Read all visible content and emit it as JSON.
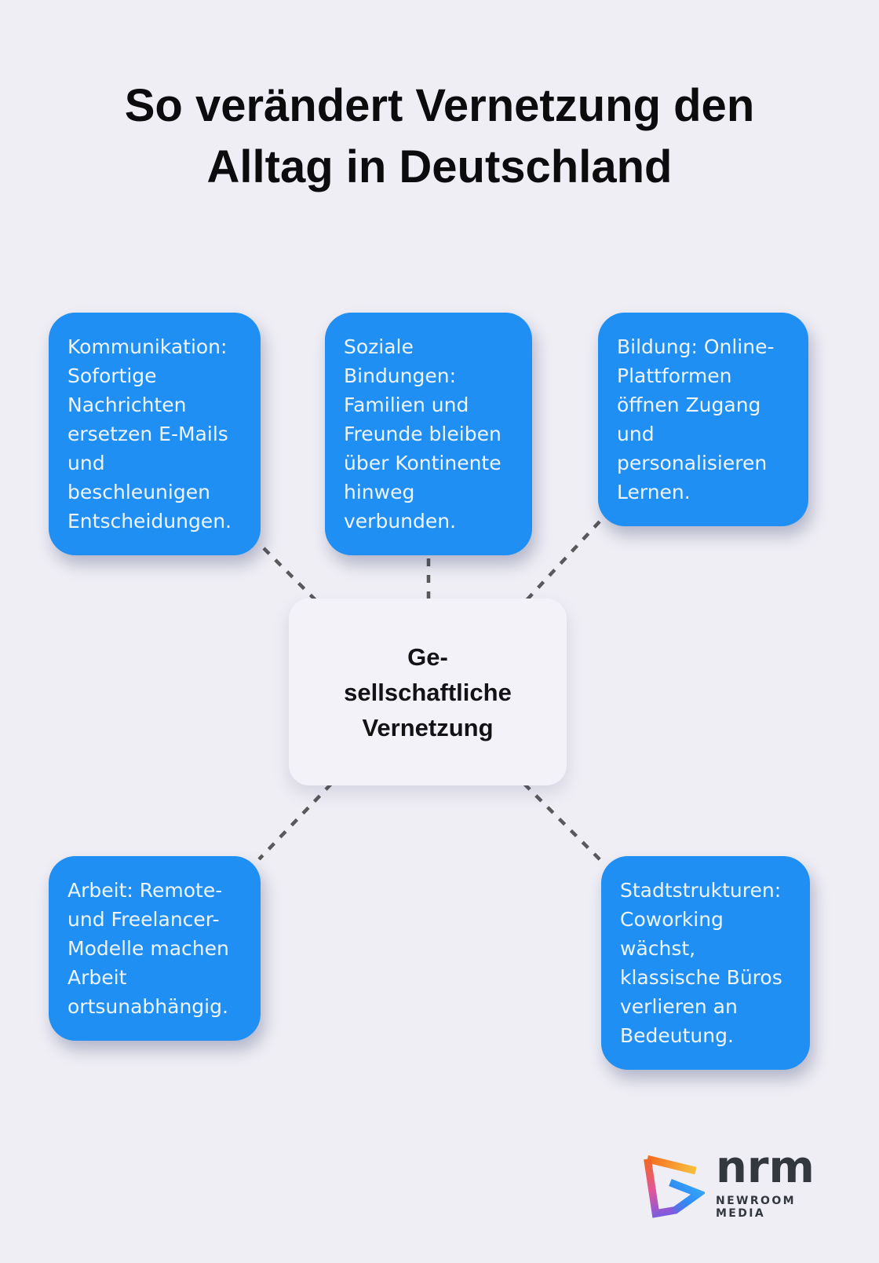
{
  "title": "So verändert Vernetzung den\nAlltag in Deutschland",
  "colors": {
    "background": "#EFEEF5",
    "node_bg": "#1F8FF4",
    "node_text": "#EDF4FC",
    "center_bg": "#F3F2F8",
    "center_text": "#131316",
    "connector": "#59595B",
    "title_text": "#0C0C0E",
    "logo_text": "#33383E"
  },
  "center_node": {
    "label": "Ge-\nsellschaftliche\nVernetzung"
  },
  "nodes": [
    {
      "id": "kommunikation",
      "text": "Kommunikation:\nSofortige\nNachrichten\nersetzen E-Mails\nund\nbeschleunigen\nEntscheidungen."
    },
    {
      "id": "soziale-bindungen",
      "text": "Soziale\nBindungen:\nFamilien und\nFreunde bleiben\nüber Kontinente\nhinweg\nverbunden."
    },
    {
      "id": "bildung",
      "text": "Bildung: Online-\nPlattformen\nöffnen Zugang\nund\npersonalisieren\nLernen."
    },
    {
      "id": "arbeit",
      "text": "Arbeit: Remote-\nund Freelancer-\nModelle machen\nArbeit\nortsunabhängig."
    },
    {
      "id": "stadtstrukturen",
      "text": "Stadtstrukturen:\nCoworking\nwächst,\nklassische Büros\nverlieren an\nBedeutung."
    }
  ],
  "logo": {
    "brand": "nrm",
    "subtitle": "NEWROOM MEDIA",
    "gradient": [
      "#F4691F",
      "#F9C23C",
      "#E2559B",
      "#7B5BE0",
      "#2E8CF6",
      "#38A8F8"
    ]
  }
}
